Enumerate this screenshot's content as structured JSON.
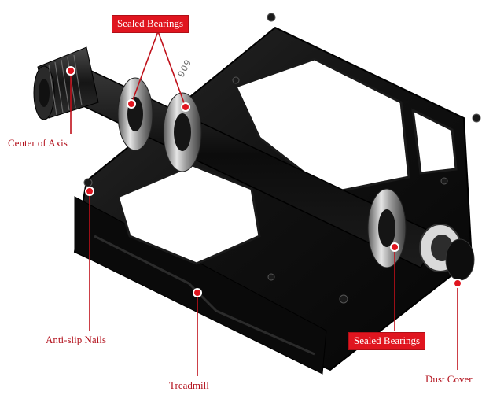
{
  "labels": {
    "sealed_bearings_top": "Sealed Bearings",
    "sealed_bearings_bottom": "Sealed Bearings",
    "center_of_axis": "Center of Axis",
    "anti_slip_nails": "Anti-slip Nails",
    "treadmill": "Treadmill",
    "dust_cover": "Dust Cover"
  },
  "brand_mark": "909",
  "colors": {
    "accent_red": "#e0151f",
    "label_text_red": "#b3121d",
    "callout_line": "#c0101a",
    "pedal_body": "#121212"
  }
}
